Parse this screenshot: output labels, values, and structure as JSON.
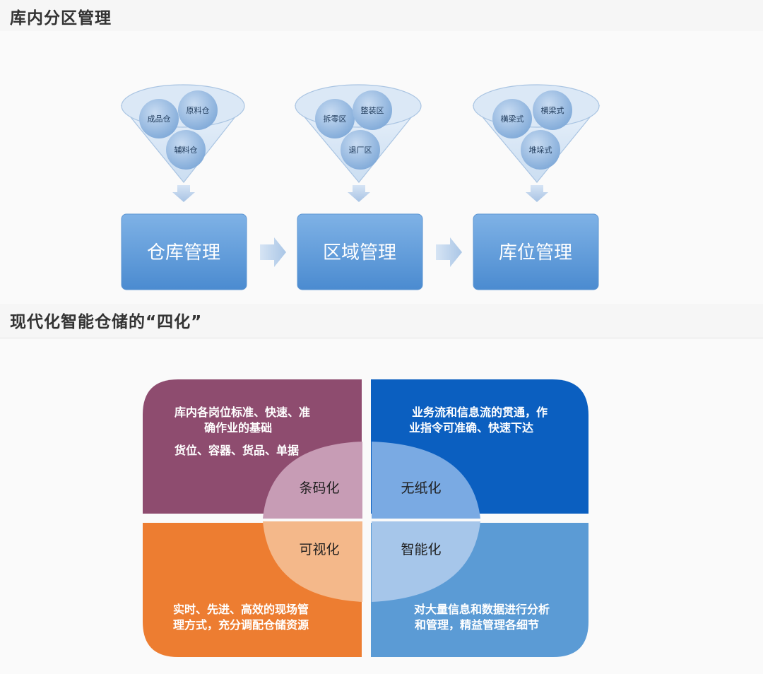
{
  "sections": {
    "zone_title": "库内分区管理",
    "four_title": "现代化智能仓储的“四化”"
  },
  "funnels": [
    {
      "circles": [
        "成品仓",
        "原料仓",
        "辅料仓"
      ]
    },
    {
      "circles": [
        "拆零区",
        "整装区",
        "退厂区"
      ]
    },
    {
      "circles": [
        "横梁式",
        "横梁式",
        "堆垛式"
      ]
    }
  ],
  "flow": [
    "仓库管理",
    "区域管理",
    "库位管理"
  ],
  "quadrants": {
    "top_left": {
      "lines": [
        "库内各岗位标准、快速、准",
        "确作业的基础",
        "货位、容器、货品、单据"
      ],
      "center": "条码化",
      "color": "#8e4c6f"
    },
    "top_right": {
      "lines": [
        "业务流和信息流的贯通，作",
        "业指令可准确、快速下达"
      ],
      "center": "无纸化",
      "color": "#0b5fc0"
    },
    "bottom_left": {
      "lines": [
        "实时、先进、高效的现场管",
        "理方式，充分调配仓储资源"
      ],
      "center": "可视化",
      "color": "#ed7d31"
    },
    "bottom_right": {
      "lines": [
        "对大量信息和数据进行分析",
        "和管理，精益管理各细节"
      ],
      "center": "智能化",
      "color": "#5b9bd5"
    }
  }
}
